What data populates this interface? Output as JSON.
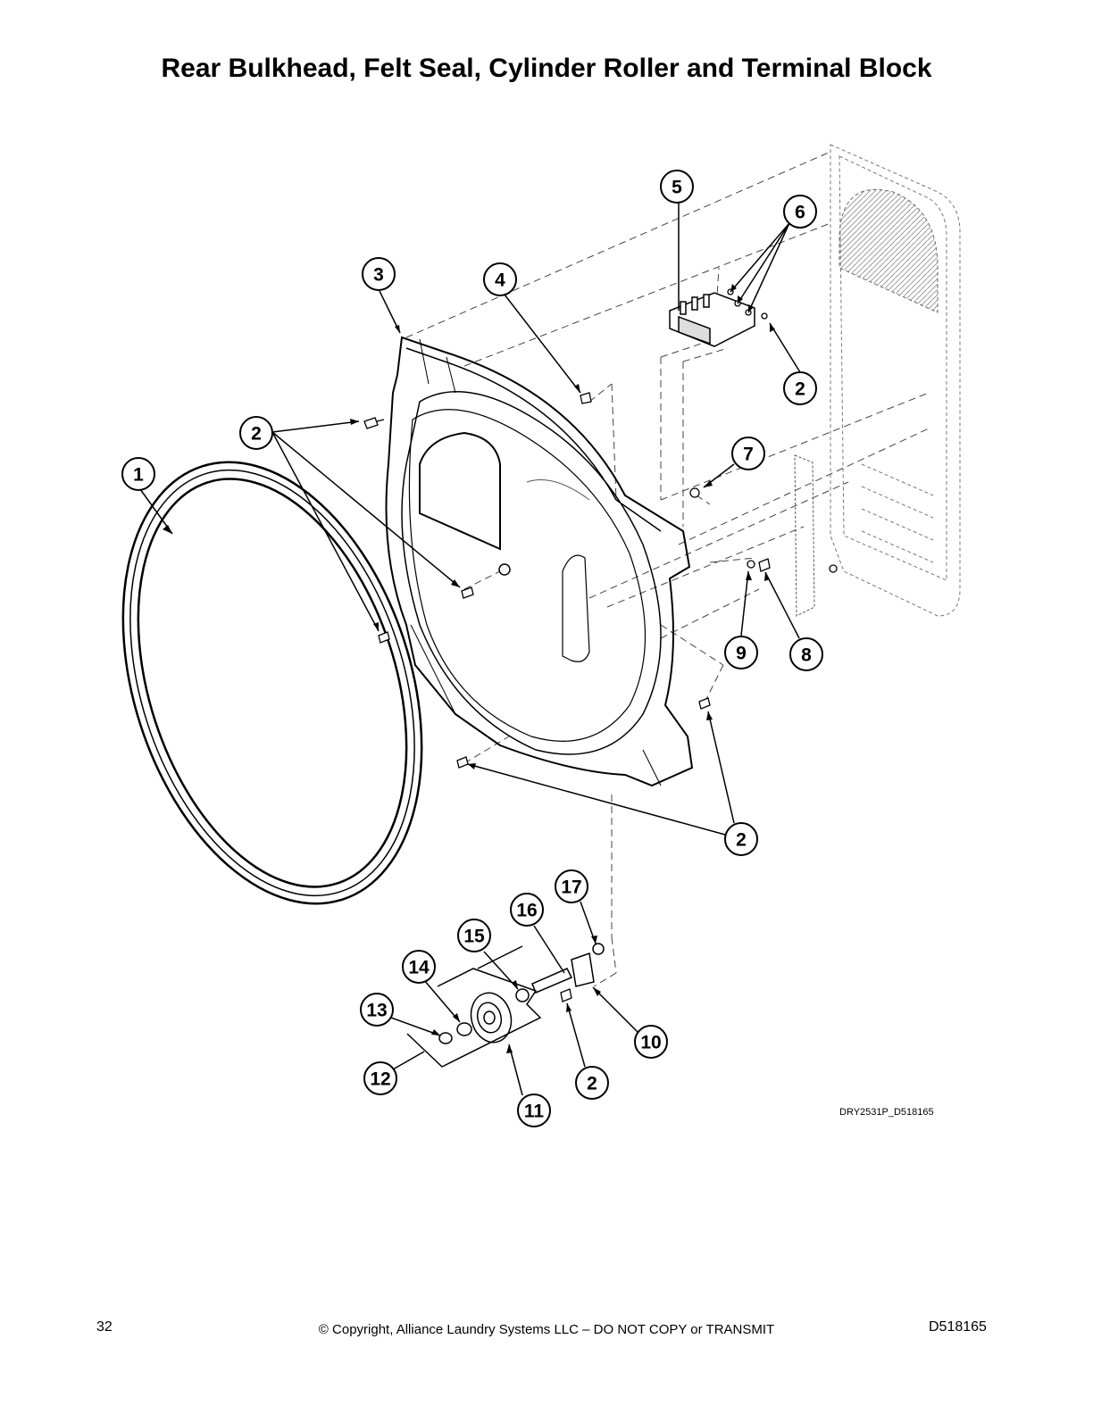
{
  "title": "Rear Bulkhead, Felt Seal, Cylinder Roller and Terminal Block",
  "figure_id": "DRY2531P_D518165",
  "footer": {
    "page_number": "32",
    "copyright": "© Copyright, Alliance Laundry Systems LLC – DO NOT COPY or TRANSMIT",
    "doc_number": "D518165"
  },
  "callouts": [
    "1",
    "2",
    "3",
    "4",
    "5",
    "6",
    "7",
    "8",
    "9",
    "10",
    "11",
    "12",
    "13",
    "14",
    "15",
    "16",
    "17"
  ]
}
